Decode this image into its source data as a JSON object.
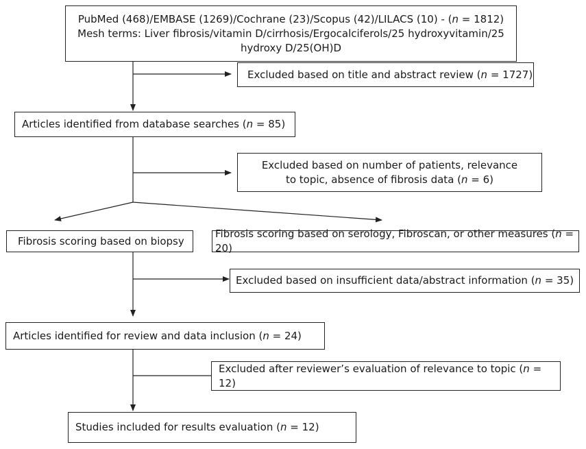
{
  "flowchart": {
    "search_box": {
      "line1_a": "PubMed (468)/EMBASE (1269)/Cochrane (23)/Scopus (42)/LILACS (10) - (",
      "line1_n": "n",
      "line1_b": " = 1812)",
      "line2": "Mesh terms: Liver fibrosis/vitamin D/cirrhosis/Ergocalciferols/25 hydroxyvitamin/25",
      "line3": "hydroxy D/25(OH)D"
    },
    "excluded_title_abstract": {
      "a": "Excluded based on title and abstract review (",
      "n": "n",
      "b": " = 1727)"
    },
    "articles_identified": {
      "a": "Articles identified from database searches (",
      "n": "n",
      "b": " = 85)"
    },
    "excluded_patients": {
      "line1": "Excluded based on number of patients, relevance",
      "line2_a": "to topic, absence of fibrosis data (",
      "n": "n",
      "line2_b": " = 6)"
    },
    "biopsy_scoring": {
      "text": "Fibrosis scoring based on biopsy"
    },
    "serology_scoring": {
      "a": "Fibrosis scoring based on serology, Fibroscan, or other measures (",
      "n": "n",
      "b": " = 20)"
    },
    "excluded_insufficient": {
      "a": "Excluded based on insufficient data/abstract information (",
      "n": "n",
      "b": " = 35)"
    },
    "articles_review": {
      "a": "Articles identified for review and data inclusion (",
      "n": "n",
      "b": " = 24)"
    },
    "excluded_reviewer": {
      "a": "Excluded after reviewer’s evaluation of relevance to topic (",
      "n": "n",
      "b": " = 12)"
    },
    "studies_included": {
      "a": "Studies included for results evaluation (",
      "n": "n",
      "b": " = 12)"
    }
  }
}
